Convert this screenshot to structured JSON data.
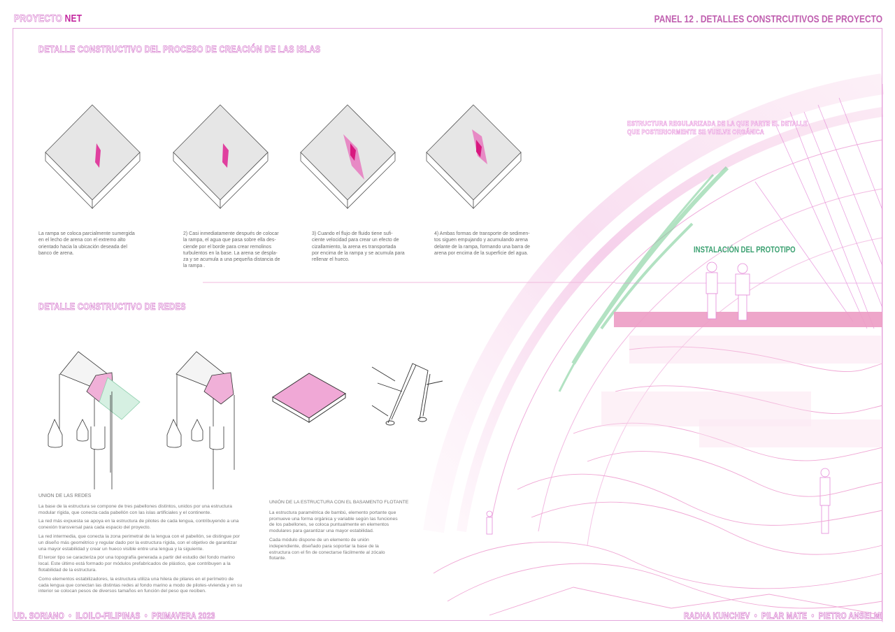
{
  "header": {
    "brand_prefix": "PROYECTO",
    "brand_suffix": "NET",
    "panel_title": "PANEL 12 . DETALLES CONSTRCUTIVOS DE PROYECTO"
  },
  "islands_section": {
    "title": "DETALLE CONSTRUCTIVO DEL PROCESO DE CREACIÓN DE LAS ISLAS",
    "steps": [
      {
        "caption": "La rampa se coloca parcialmente sumergida\n en el lecho de arena con el extremo alto\norientado hacia la ubicación deseada del\nbanco de arena."
      },
      {
        "caption": "2) Casi inmediatamente después de colocar\nla rampa, el agua que pasa sobre ella des-\nciende por el borde para crear remolinos\nturbulentos en la base. La arena se despla-\nza y se acumula a una pequeña distancia de\nla rampa ."
      },
      {
        "caption": "3) Cuando el flujo de fluido tiene sufi-\nciente velocidad para crear un efecto de\ncizallamiento, la arena es transportada\npor encima de la rampa y se acumula para\nrellenar el hueco."
      },
      {
        "caption": "4) Ambas formas de transporte de sedimen-\ntos siguen empujando y acumulando arena\ndelante de la rampa, formando una barra de\narena por encima de la superficie del agua."
      }
    ]
  },
  "nets_section": {
    "title": "DETALLE CONSTRUCTIVO DE REDES",
    "union_redes": {
      "heading": "UNION DE LAS REDES",
      "paragraphs": [
        "La base de la estructura se compone de tres pabellones distintos, unidos por una estructura modular rígida, que conecta cada pabellón con las islas artificiales y el continente.",
        "La red más expuesta se apoya en la estructura de pilotes de cada lengua, contribuyendo a una conexión transversal para cada espacio del proyecto.",
        "La red intermedia, que conecta la zona perimetral de la lengua con el pabellón, se distingue por un diseño más geométrico y regular dado por la estructura rígida, con el objetivo de garantizar una mayor estabilidad y crear un hueco visible entre una lengua y la siguiente.",
        "El tercer tipo se caracteriza por una topografía generada a partir del estudio del fondo marino local. Este último está formado por módulos prefabricados de plástico, que contribuyen a la flotabilidad de la estructura.",
        "Como elementos estabilizadores, la estructura utiliza una hilera de pilares en el perímetro de cada lengua que conectan las distintas redes al fondo marino a modo de pilotes-vivienda y en su interior se colocan pesos de diversos tamaños en función del peso que reciben."
      ]
    },
    "union_basamento": {
      "heading": "UNIÓN DE LA ESTRUCTURA CON EL BASAMENTO FLOTANTE",
      "paragraphs": [
        "La estructura paramétrica de bambú, elemento portante que promueve una forma orgánica y variable según las funciones de los pabellones, se coloca puntualmente en elementos modulares para garantizar una mayor estabilidad.",
        "Cada módulo dispone de un elemento de unión independiente, diseñado para soportar la base de la estructura con el fin de conectarse fácilmente al zócalo flotante."
      ]
    }
  },
  "render": {
    "note": "ESTRUCTURA REGULARIZADA DE LA QUE PARTE EL DETALLE\nQUE POSTERIORMENTE SE VUELVE ORGÁNICA",
    "prototype_label": "INSTALACIÓN DEL PROTOTIPO"
  },
  "footer": {
    "left": [
      "UD. SORIANO",
      "ILOILO-FILIPINAS",
      "PRIMAVERA 2023"
    ],
    "right": [
      "RADHA KUNCHEV",
      "PILAR MATE",
      "PIETRO ANSELMI"
    ],
    "separator": "•"
  },
  "colors": {
    "accent": "#c3279f",
    "outline": "#d77fcf",
    "frame": "#e4a6dc",
    "green": "#3aa070",
    "platform": "#ec9cc4"
  }
}
